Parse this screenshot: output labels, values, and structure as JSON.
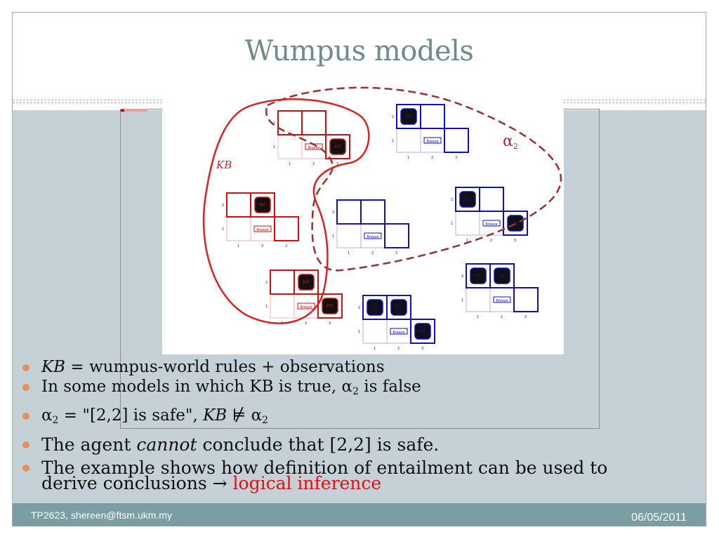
{
  "slide": {
    "title": "Wumpus models",
    "bullets": {
      "b1": {
        "kb": "KB",
        "rest": " = wumpus-world rules + observations"
      },
      "b2": {
        "pre": "In some models in which KB is true, α",
        "sub": "2",
        "post": " is false"
      },
      "b3": {
        "alpha": "α",
        "sub": "2",
        "mid": " = \"[2,2] is safe\", ",
        "kb": "KB",
        "rel": " ⊭ ",
        "alpha2": "α",
        "sub2": "2"
      },
      "b4": {
        "pre": "The agent ",
        "em": "cannot",
        "post": " conclude that [2,2] is safe."
      },
      "b5": {
        "pre": "The example shows how definition of entailment can be used to derive conclusions ",
        "arrow": "→",
        "red": " logical inference"
      }
    }
  },
  "diagram": {
    "kb_label": "KB",
    "alpha_label": "α",
    "alpha_sub": "2",
    "pit_label": "PIT",
    "breeze_label": "Breeze",
    "row_labels": [
      "1",
      "2"
    ],
    "col_labels": [
      "1",
      "2",
      "3"
    ],
    "colors": {
      "kb": "#e02020",
      "alpha2": "#9b3030",
      "blue": "#1010c0",
      "red": "#d01010"
    }
  },
  "footer": {
    "left": "TP2623, shereen@ftsm.ukm.my",
    "right": "06/05/2011"
  }
}
